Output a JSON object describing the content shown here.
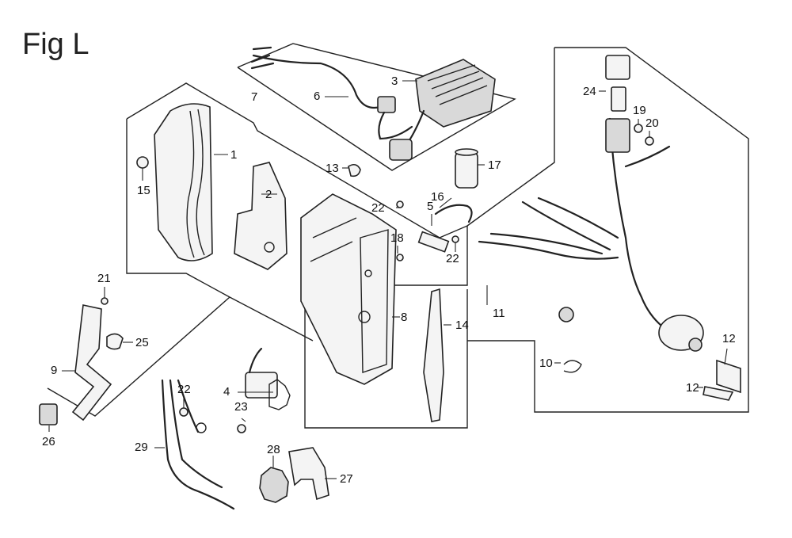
{
  "figure": {
    "title": "Fig L"
  },
  "callouts": [
    {
      "id": "c1",
      "text": "1"
    },
    {
      "id": "c2",
      "text": "2"
    },
    {
      "id": "c3",
      "text": "3"
    },
    {
      "id": "c4",
      "text": "4"
    },
    {
      "id": "c5",
      "text": "5"
    },
    {
      "id": "c6",
      "text": "6"
    },
    {
      "id": "c7",
      "text": "7"
    },
    {
      "id": "c8",
      "text": "8"
    },
    {
      "id": "c9",
      "text": "9"
    },
    {
      "id": "c10",
      "text": "10"
    },
    {
      "id": "c11",
      "text": "11"
    },
    {
      "id": "c12a",
      "text": "12"
    },
    {
      "id": "c12b",
      "text": "12"
    },
    {
      "id": "c13",
      "text": "13"
    },
    {
      "id": "c14",
      "text": "14"
    },
    {
      "id": "c15",
      "text": "15"
    },
    {
      "id": "c16",
      "text": "16"
    },
    {
      "id": "c17",
      "text": "17"
    },
    {
      "id": "c18",
      "text": "18"
    },
    {
      "id": "c19",
      "text": "19"
    },
    {
      "id": "c20",
      "text": "20"
    },
    {
      "id": "c21",
      "text": "21"
    },
    {
      "id": "c22a",
      "text": "22"
    },
    {
      "id": "c22b",
      "text": "22"
    },
    {
      "id": "c22c",
      "text": "22"
    },
    {
      "id": "c23",
      "text": "23"
    },
    {
      "id": "c24",
      "text": "24"
    },
    {
      "id": "c25",
      "text": "25"
    },
    {
      "id": "c26",
      "text": "26"
    },
    {
      "id": "c27",
      "text": "27"
    },
    {
      "id": "c28",
      "text": "28"
    },
    {
      "id": "c29",
      "text": "29"
    }
  ]
}
